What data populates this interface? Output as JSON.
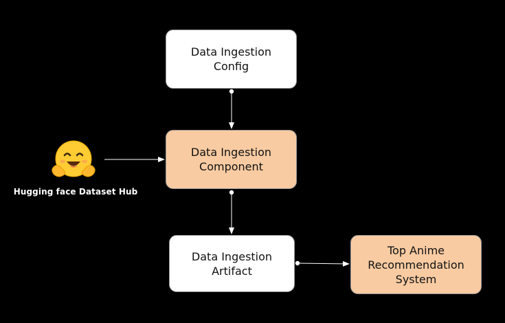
{
  "diagram": {
    "nodes": {
      "config": {
        "label": "Data Ingestion\nConfig"
      },
      "component": {
        "label": "Data Ingestion\nComponent"
      },
      "artifact": {
        "label": "Data Ingestion\nArtifact"
      },
      "system": {
        "label": "Top Anime\nRecommendation\nSystem"
      }
    },
    "source": {
      "label": "Hugging face Dataset Hub",
      "icon": "hugging-face-emoji-icon"
    },
    "edges": [
      {
        "from": "config",
        "to": "component"
      },
      {
        "from": "source",
        "to": "component"
      },
      {
        "from": "component",
        "to": "artifact"
      },
      {
        "from": "artifact",
        "to": "system"
      }
    ],
    "colors": {
      "background": "#000000",
      "white_node": "#ffffff",
      "peach_node": "#f8cba2",
      "edge": "#ffffff",
      "emoji": "#ffcc33"
    }
  }
}
